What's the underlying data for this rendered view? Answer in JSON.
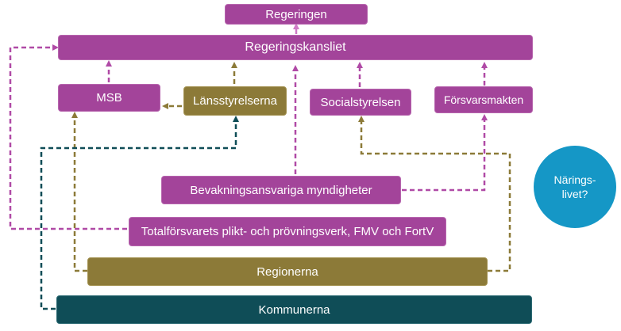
{
  "nodes": {
    "regeringen": "Regeringen",
    "regeringskansliet": "Regeringskansliet",
    "msb": "MSB",
    "lansstyrelserna": "Länsstyrelserna",
    "socialstyrelsen": "Socialstyrelsen",
    "forsvarsmakten": "Försvarsmakten",
    "bevakningsansvariga": "Bevakningsansvariga myndigheter",
    "totalforsvarets": "Totalförsvarets plikt- och prövningsverk, FMV och FortV",
    "regionerna": "Regionerna",
    "kommunerna": "Kommunerna",
    "naringslivet_line1": "Närings-",
    "naringslivet_line2": "livet?"
  },
  "colors": {
    "purple": "#a3449a",
    "purple_arrow": "#b04aa6",
    "olive": "#8c7a38",
    "teal": "#0f4d57",
    "circle": "#1597c6"
  }
}
